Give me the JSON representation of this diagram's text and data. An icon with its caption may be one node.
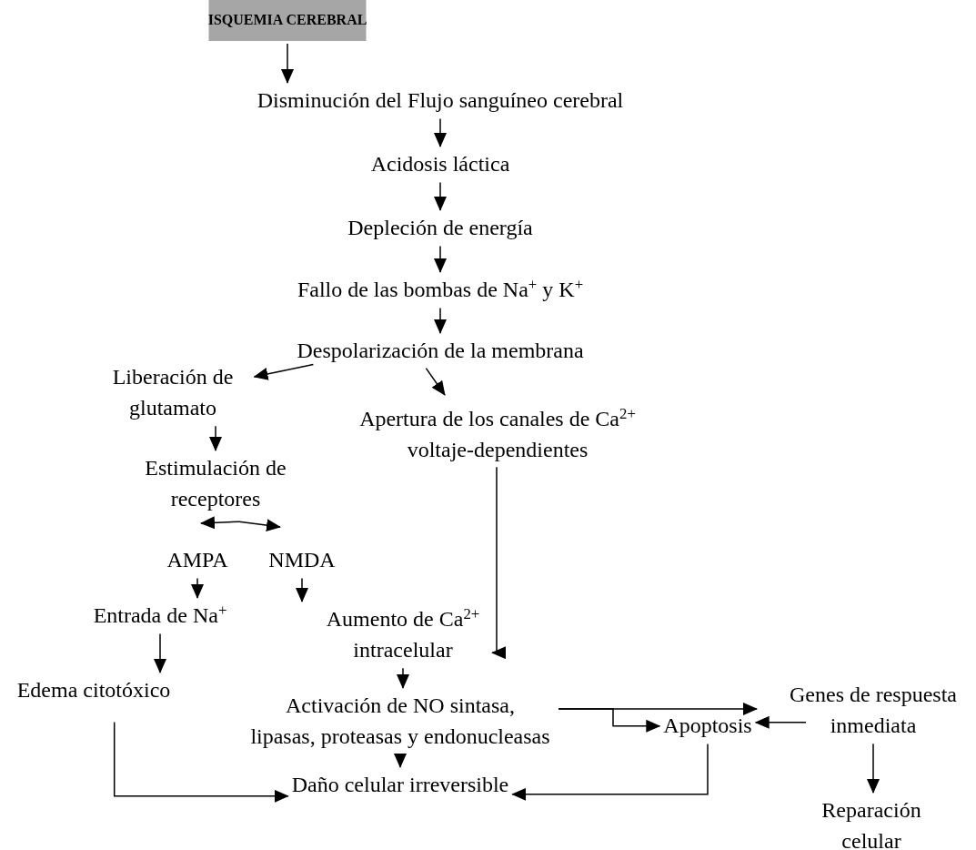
{
  "diagram": {
    "nodes": [
      {
        "text": [
          "ISQUEMIA CEREBRAL"
        ]
      },
      {
        "text": [
          "Disminución del Flujo sanguíneo cerebral"
        ]
      },
      {
        "text": [
          "Acidosis láctica"
        ]
      },
      {
        "text": [
          "Depleción de energía"
        ]
      },
      {
        "text": [
          "Fallo de las bombas de Na$^{+}$ y K$^{+}$"
        ]
      },
      {
        "text": [
          "Despolarización de la membrana"
        ]
      },
      {
        "text": [
          "Liberación de glutamato"
        ]
      },
      {
        "text": [
          "Apertura de los canales de Ca$^{2+}$ voltaje-dependientes"
        ]
      },
      {
        "text": [
          "Estimulación de receptores"
        ]
      },
      {
        "text": [
          "AMPA"
        ]
      },
      {
        "text": [
          "NMDA"
        ]
      },
      {
        "text": [
          "Entrada de Na$^{+}$"
        ]
      },
      {
        "text": [
          "Aumento de Ca$^{2+}$ intracelular"
        ]
      },
      {
        "text": [
          "Edema citotóxico"
        ]
      },
      {
        "text": [
          "Activación de NO sintasa, lipasas, proteasas y endonucleasas"
        ]
      },
      {
        "text": [
          "Apoptosis"
        ]
      },
      {
        "text": [
          "Genes de respuesta inmediata"
        ]
      },
      {
        "text": [
          "Daño celular irreversible"
        ]
      },
      {
        "text": [
          "Reparación celular"
        ]
      }
    ],
    "edges": [
      {
        "from": 0,
        "to": 1,
        "arrow": "to"
      },
      {
        "from": 1,
        "to": 2,
        "arrow": "to"
      },
      {
        "from": 2,
        "to": 3,
        "arrow": "to"
      },
      {
        "from": 3,
        "to": 4,
        "arrow": "to"
      },
      {
        "from": 4,
        "to": 5,
        "arrow": "to"
      },
      {
        "from": 5,
        "to": 6,
        "arrow": "to"
      },
      {
        "from": 5,
        "to": 7,
        "arrow": "to"
      },
      {
        "from": 6,
        "to": 8,
        "arrow": "to"
      },
      {
        "from": 8,
        "to": 9,
        "arrow": "to"
      },
      {
        "from": 8,
        "to": 10,
        "arrow": "to"
      },
      {
        "from": 9,
        "to": 11,
        "arrow": "to"
      },
      {
        "from": 10,
        "to": 12,
        "arrow": "to"
      },
      {
        "from": 7,
        "to": 12,
        "arrow": "to"
      },
      {
        "from": 11,
        "to": 13,
        "arrow": "to"
      },
      {
        "from": 12,
        "to": 14,
        "arrow": "to"
      },
      {
        "from": 13,
        "to": 17,
        "arrow": "to"
      },
      {
        "from": 14,
        "to": 17,
        "arrow": "to"
      },
      {
        "from": 14,
        "to": 16,
        "arrow": "to"
      },
      {
        "from": 14,
        "to": 15,
        "arrow": "to"
      },
      {
        "from": 16,
        "to": 15,
        "arrow": "to"
      },
      {
        "from": 16,
        "to": 18,
        "arrow": "to"
      },
      {
        "from": 15,
        "to": 17,
        "arrow": "to"
      }
    ]
  }
}
